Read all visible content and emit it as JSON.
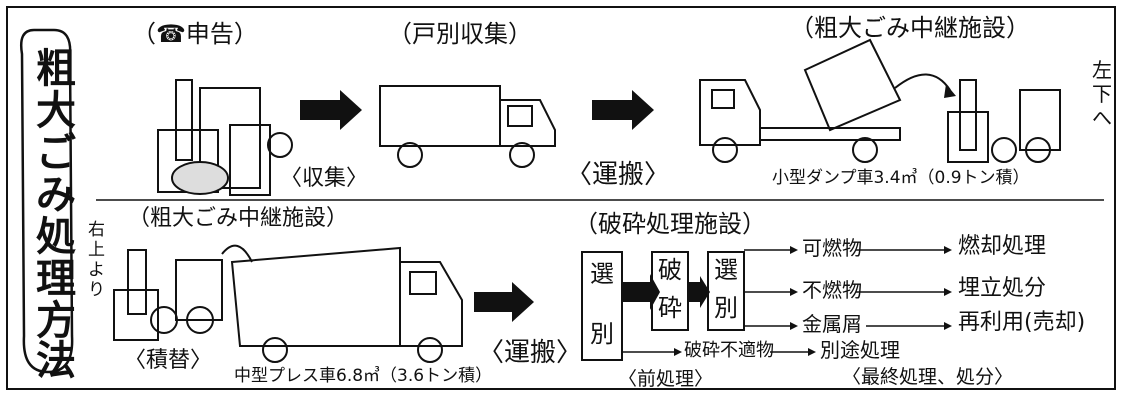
{
  "side_title": [
    "粗",
    "大",
    "ご",
    "み",
    "処",
    "理",
    "方",
    "法"
  ],
  "top": {
    "stage1": "（☎申告）",
    "stage2": "（戸別収集）",
    "stage3": "（粗大ごみ中継施設）",
    "collect_label": "〈収集〉",
    "transport_label": "〈運搬〉",
    "dump_truck": "小型ダンプ車3.4㎥（0.9トン積）",
    "note_left_down": [
      "左",
      "下",
      "へ"
    ]
  },
  "bottom": {
    "note_right_up": [
      "右",
      "上",
      "よ",
      "り"
    ],
    "relay_title": "（粗大ごみ中継施設）",
    "reload_label": "〈積替〉",
    "press_truck": "中型プレス車6.8㎥（3.6トン積）",
    "transport_label": "〈運搬〉",
    "crush_title": "（破砕処理施設）",
    "sort1": [
      "選",
      "別"
    ],
    "crush": [
      "破",
      "砕"
    ],
    "sort2": [
      "選",
      "別"
    ],
    "outputs": [
      {
        "item": "可燃物",
        "dest": "燃却処理"
      },
      {
        "item": "不燃物",
        "dest": "埋立処分"
      },
      {
        "item": "金属屑",
        "dest": "再利用(売却)"
      }
    ],
    "unsuitable": "破砕不適物",
    "unsuitable_dest": "別途処理",
    "pre_label": "〈前処理〉",
    "final_label": "〈最終処理、処分〉"
  }
}
